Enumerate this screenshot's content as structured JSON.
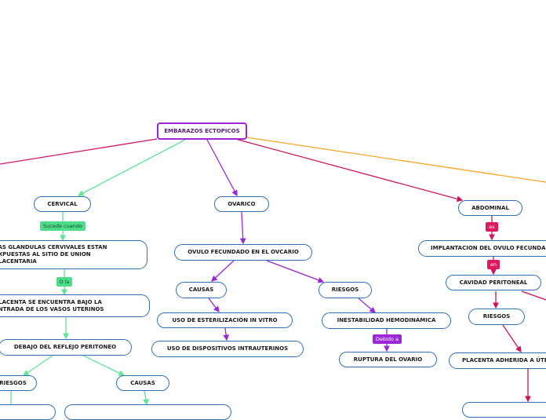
{
  "root": "EMBARAZOS ECTOPICOS",
  "cervical": {
    "title": "CERVICAL",
    "tag1": "Sucede cuando",
    "desc1": "LAS GLANDULAS CERVIVALES ESTAN EXPUESTAS AL SITIO DE UNION PLACENTARIA",
    "tag2": "O la",
    "desc2": "PLACENTA SE ENCUENTRA BAJO LA ENTRADA DE LOS VASOS UTERINOS",
    "desc3": "DEBAJO DEL REFLEJO PERITONEO",
    "riesgos": "RIESGOS",
    "causas": "CAUSAS"
  },
  "ovarico": {
    "title": "OVARICO",
    "desc": "OVULO FECUNDADO EN EL OVCARIO",
    "causas": "CAUSAS",
    "causa1": "USO DE ESTERILIZACIÓN IN VITRO",
    "causa2": "USO DE DISPOSITIVOS INTRAUTERINOS",
    "riesgos": "RIESGOS",
    "riesgo1": "INESTABILIDAD HEMODINÁMICA",
    "tag": "Debido a",
    "riesgo2": "RUPTURA DEL OVARIO"
  },
  "abdominal": {
    "title": "ABDOMINAL",
    "tag1": "es",
    "desc1": "IMPLANTACION DEL OVULO FECUNDADO",
    "tag2": "en",
    "desc2": "CAVIDAD PERITONEAL",
    "riesgos": "RIESGOS",
    "riesgo1": "PLACENTA ADHERIDA A ÚTERO"
  },
  "colors": {
    "pink": "#d0136a",
    "green": "#5ee596",
    "purple": "#9b27d6",
    "crimson": "#cc1452",
    "orange": "#f5a623",
    "node_border": "#2f6fb3"
  }
}
